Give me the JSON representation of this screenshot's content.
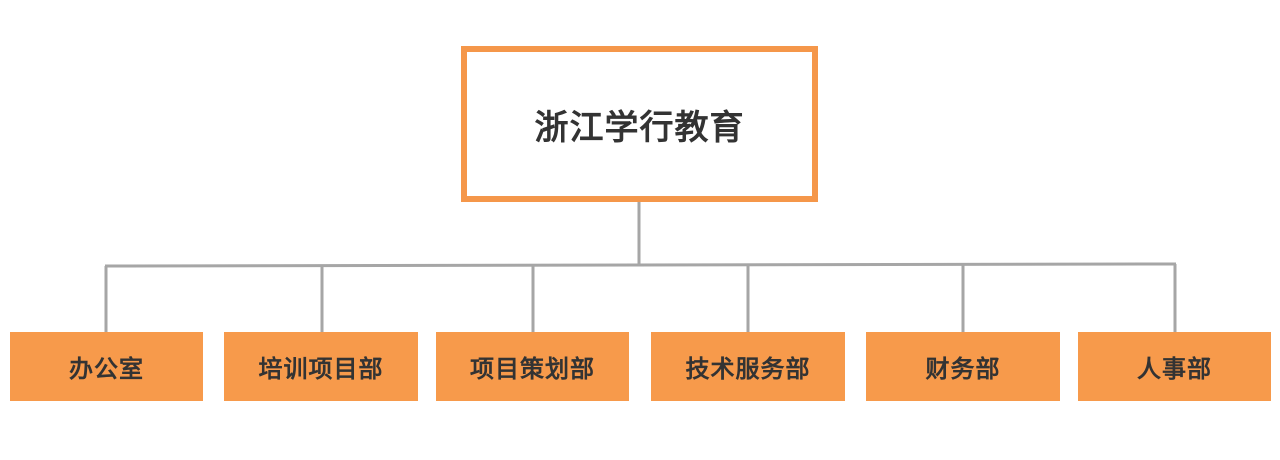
{
  "org_chart": {
    "root": {
      "label": "浙江学行教育"
    },
    "departments": [
      {
        "label": "办公室"
      },
      {
        "label": "培训项目部"
      },
      {
        "label": "项目策划部"
      },
      {
        "label": "技术服务部"
      },
      {
        "label": "财务部"
      },
      {
        "label": "人事部"
      }
    ]
  },
  "colors": {
    "root_border": "#f5974a",
    "department_fill": "#f79a4b",
    "connector": "#a6a6a6",
    "text": "#333333"
  }
}
